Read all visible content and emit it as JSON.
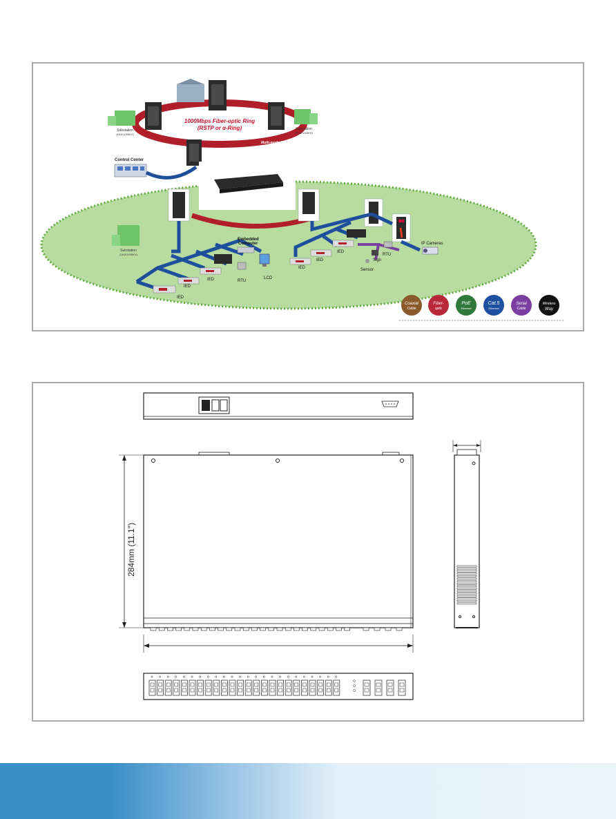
{
  "application": {
    "ring_title_line1": "1000Mbps Fiber-optic Ring",
    "ring_title_line2": "(RSTP or α-Ring)",
    "ring_subtitle": "Multi-mode fiber",
    "substation_left_label": "Substation",
    "substation_left_sub": "(161KV/69KV)",
    "substation_right_label": "Substation",
    "substation_right_sub": "(161KV/69KV)",
    "substation_center_label": "Substation",
    "substation_center_sub": "(161KV/69KV)",
    "control_center": "Control Center",
    "embedded_line1": "Embedded",
    "embedded_line2": "Computer",
    "ip_cameras": "IP Cameras",
    "ied": "IED",
    "rtu": "RTU",
    "lcd": "LCD",
    "sign": "Sign",
    "sensor": "Sensor"
  },
  "legend": [
    {
      "line1": "Coaxial",
      "line2": "Cable",
      "color": "#8a5a2b"
    },
    {
      "line1": "Fiber-",
      "line2": "optic",
      "color": "#b8283a"
    },
    {
      "line1": "PoE",
      "line2": "Ethernet",
      "color": "#2f7a3a"
    },
    {
      "line1": "Cat.5",
      "line2": "Ethernet",
      "color": "#1f4fa0"
    },
    {
      "line1": "Serial",
      "line2": "Cable",
      "color": "#7a3fa0"
    },
    {
      "line1": "Wireless",
      "line2": "Way",
      "color": "#111111"
    }
  ],
  "dimensions": {
    "depth_label": "284mm (11.1\")"
  },
  "colors": {
    "network_blue": "#1d4f9c",
    "ring_red": "#b01e2a",
    "field_green": "#b8dca0",
    "footer_blue": "#3a8ec8"
  }
}
